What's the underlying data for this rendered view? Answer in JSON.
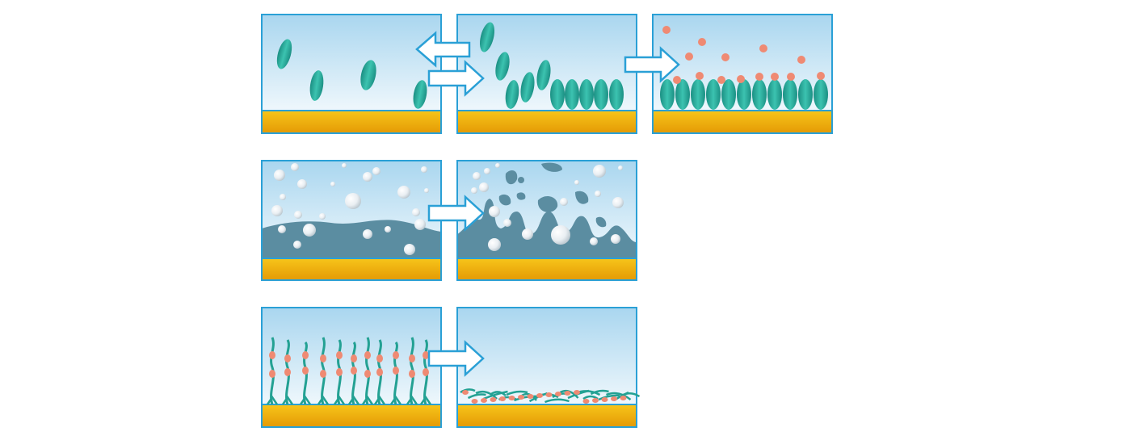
{
  "diagram": {
    "colors": {
      "frame": "#2aa0d6",
      "sky_top": "#a9d6ef",
      "sky_bottom": "#ffffff",
      "substrate_top": "#f7c51a",
      "substrate_bottom": "#e49a05",
      "cell": "#23a193",
      "cell_light": "#3cc3b0",
      "dot": "#ef8a73",
      "film": "#5b8da1",
      "bubble": "#e8eef2",
      "arrow_stroke": "#2aa0d6",
      "arrow_fill": "#ffffff"
    },
    "rows": [
      {
        "id": "adhesion",
        "panels": [
          "scattered-cells",
          "clustering-cells",
          "cells-with-particles"
        ],
        "arrows": [
          "reversible-double-arrow",
          "forward-arrow"
        ]
      },
      {
        "id": "bubbles",
        "panels": [
          "film-with-bubbles",
          "eroded-film-with-bubbles"
        ],
        "arrows": [
          "forward-arrow"
        ]
      },
      {
        "id": "chains",
        "panels": [
          "upright-chains",
          "collapsed-chains"
        ],
        "arrows": [
          "forward-arrow"
        ]
      }
    ]
  }
}
